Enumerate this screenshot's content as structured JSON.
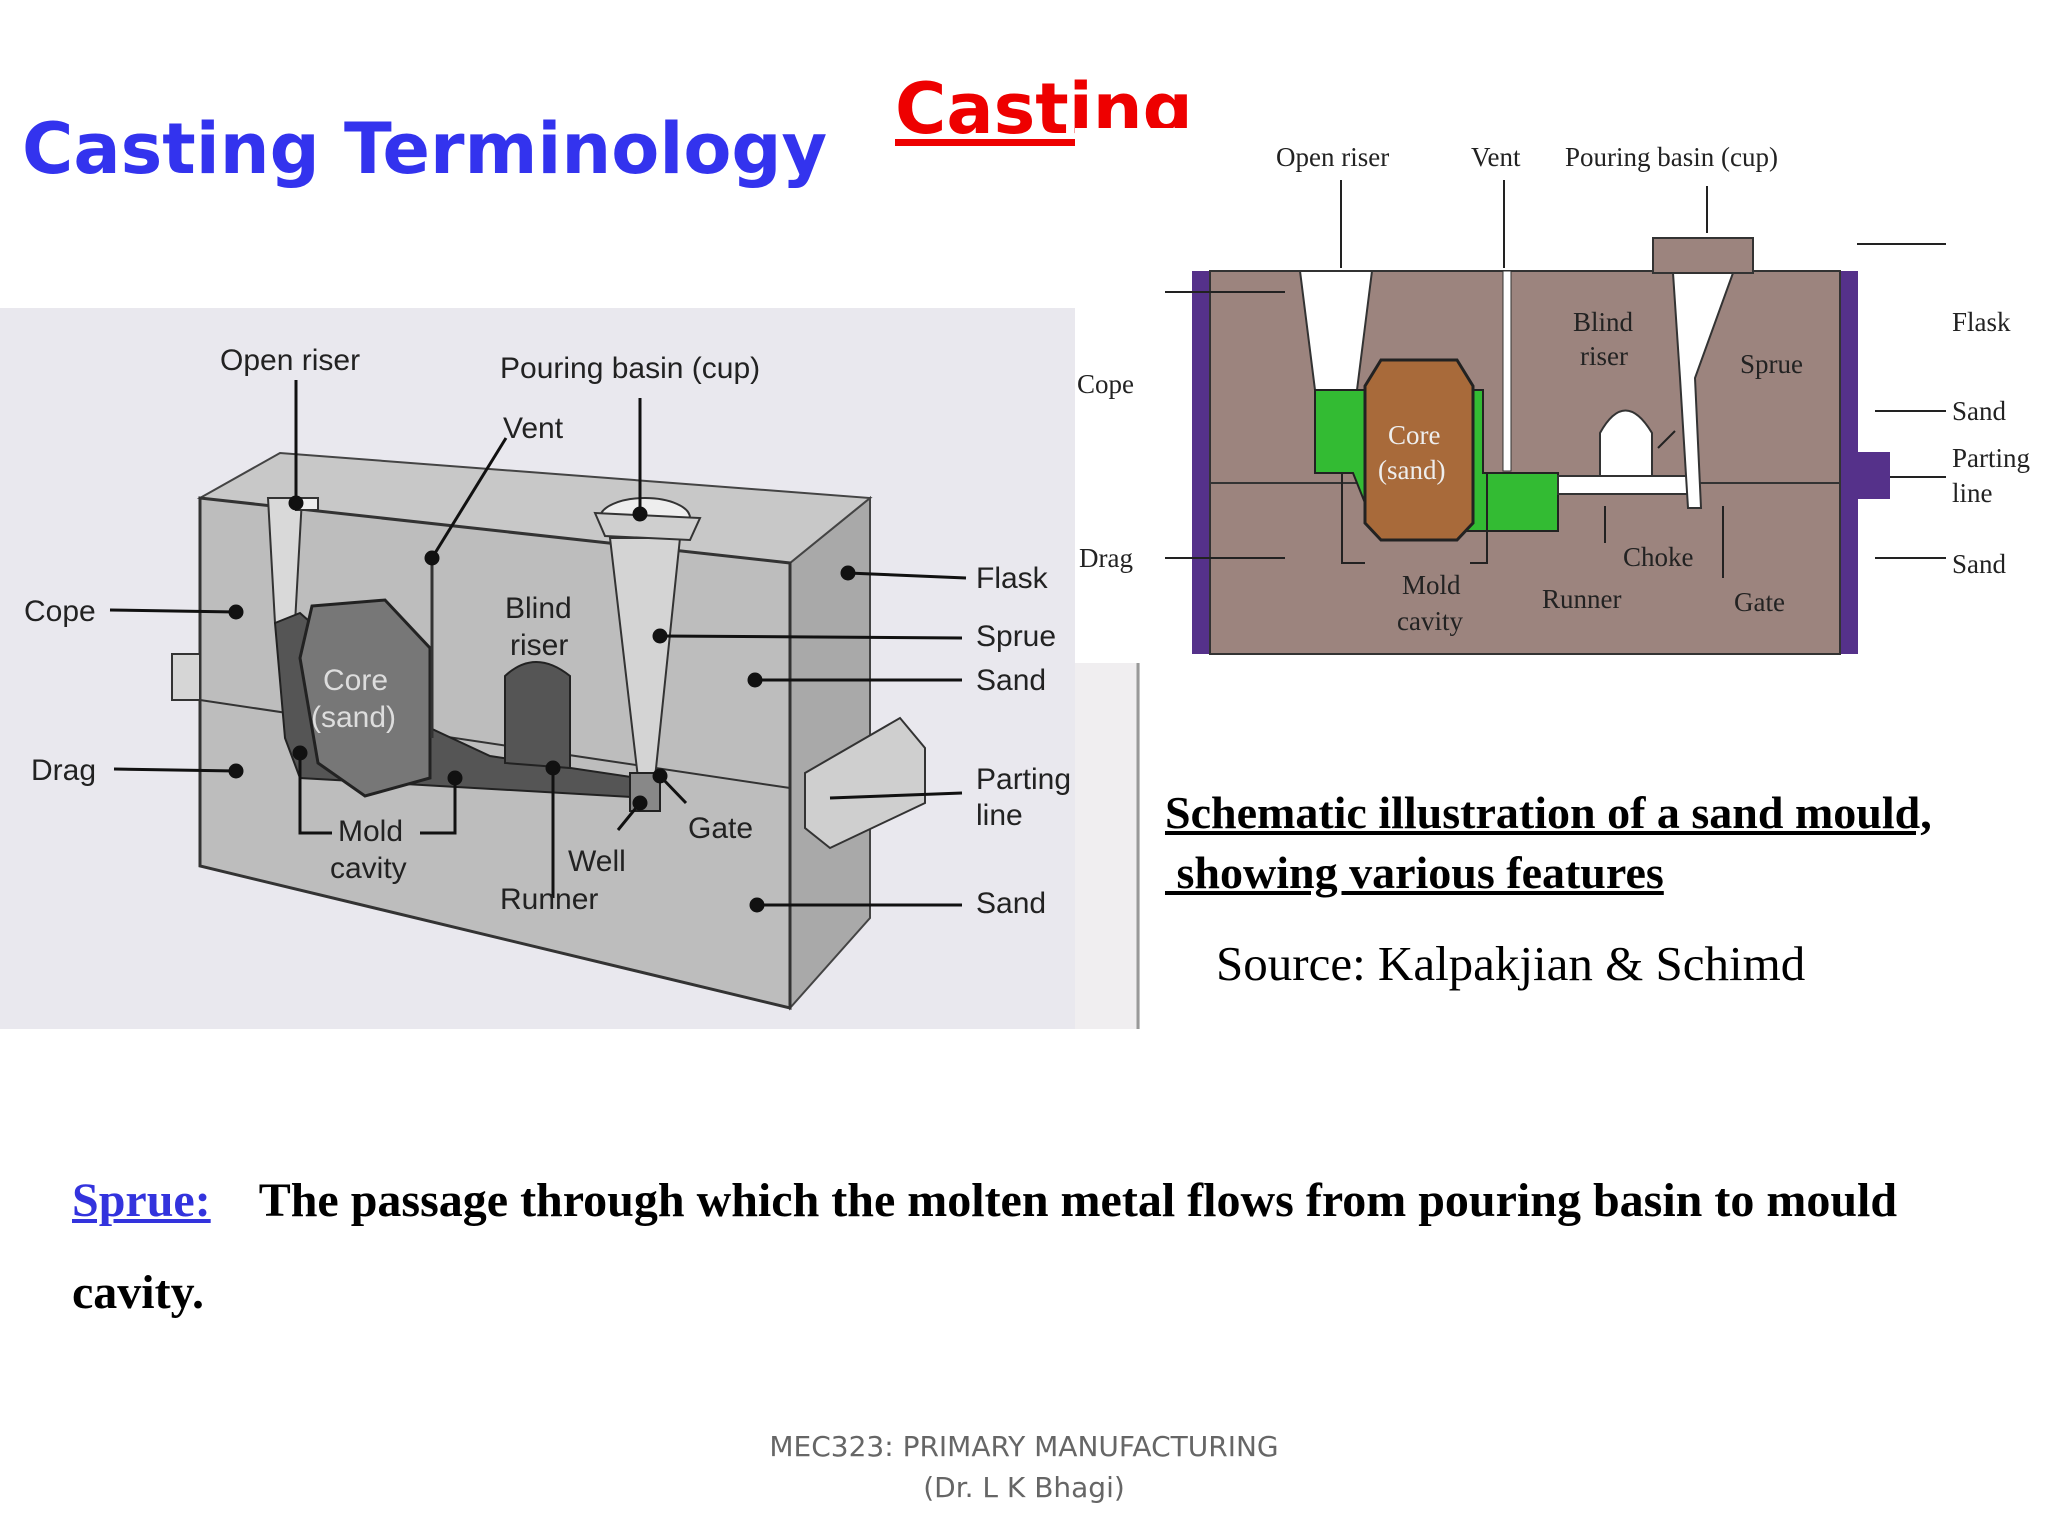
{
  "slide": {
    "title": "Casting Terminology",
    "heading": "Casting"
  },
  "figure_3d": {
    "labels": {
      "open_riser": "Open riser",
      "pouring_basin": "Pouring basin (cup)",
      "vent": "Vent",
      "blind_riser": [
        "Blind",
        "riser"
      ],
      "core": [
        "Core",
        "(sand)"
      ],
      "cope": "Cope",
      "drag": "Drag",
      "flask": "Flask",
      "sprue": "Sprue",
      "sand_top": "Sand",
      "parting_line": [
        "Parting",
        "line"
      ],
      "sand_bottom": "Sand",
      "gate": "Gate",
      "well": "Well",
      "runner": "Runner",
      "mold_cavity": [
        "Mold",
        "cavity"
      ]
    }
  },
  "figure_2d": {
    "labels": {
      "open_riser": "Open  riser",
      "vent": "Vent",
      "pouring_basin": "Pouring  basin  (cup)",
      "blind_riser": [
        "Blind",
        "riser"
      ],
      "sprue": "Sprue",
      "core": [
        "Core",
        "(sand)"
      ],
      "cope": "Cope",
      "drag": "Drag",
      "flask": "Flask",
      "sand_top": "Sand",
      "parting_line": [
        "Parting",
        "line"
      ],
      "sand_bottom": "Sand",
      "choke": "Choke",
      "mold_cavity": [
        "Mold",
        "cavity"
      ],
      "runner": "Runner",
      "gate": "Gate"
    },
    "colors": {
      "sand": "#9c847e",
      "core": "#a86a3a",
      "cavity": "#33bb33",
      "flask": "#55318a"
    }
  },
  "caption": {
    "line1": "Schematic illustration of a sand mould,",
    "line2": " showing various features",
    "source": "Source: Kalpakjian & Schimd"
  },
  "definition": {
    "term": "Sprue:",
    "text": "The passage through which the molten metal flows from pouring basin to mould cavity."
  },
  "footer": {
    "line1": "MEC323: PRIMARY MANUFACTURING",
    "line2": "(Dr. L K Bhagi)"
  }
}
